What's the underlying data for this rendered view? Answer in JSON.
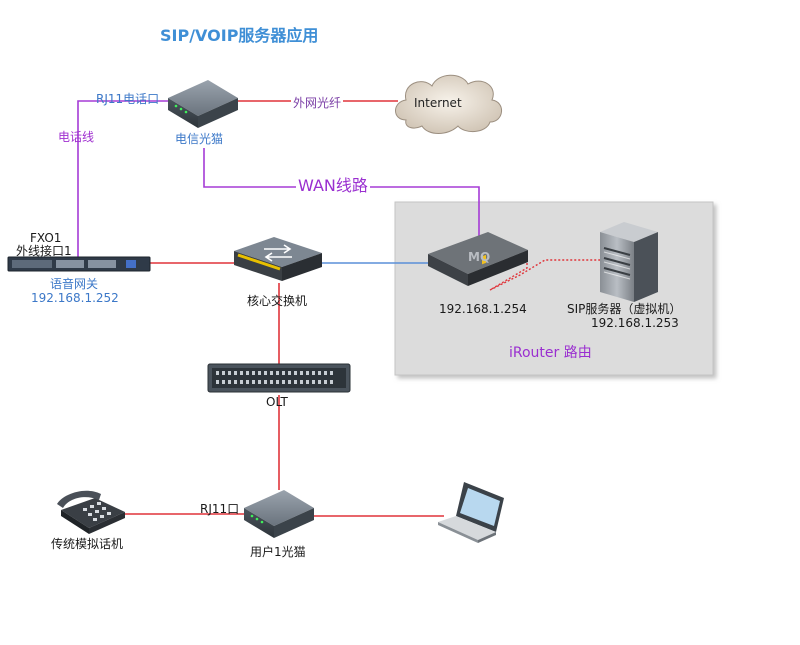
{
  "title": "SIP/VOIP服务器应用",
  "labels": {
    "rj11_phone_port": "RJ11电话口",
    "fiber_wan": "外网光纤",
    "internet": "Internet",
    "phone_line": "电话线",
    "telecom_modem": "电信光猫",
    "wan_line": "WAN线路",
    "fxo1": "FXO1",
    "external_port": "外线接口1",
    "voice_gateway": "语音网关",
    "voice_gateway_ip": "192.168.1.252",
    "core_switch": "核心交换机",
    "router_brand": "MQ",
    "router_ip": "192.168.1.254",
    "sip_server": "SIP服务器（虚拟机）",
    "sip_server_ip": "192.168.1.253",
    "irouter": "iRouter 路由",
    "olt": "OLT",
    "rj11_port": "RJ11口",
    "analog_phone": "传统模拟话机",
    "user_modem": "用户1光猫"
  },
  "colors": {
    "title": "#3f8fd6",
    "red_link": "#e0343a",
    "purple_link": "#a53bd6",
    "blue_link": "#5a8fd8",
    "router_box": "#dcdcdc"
  }
}
